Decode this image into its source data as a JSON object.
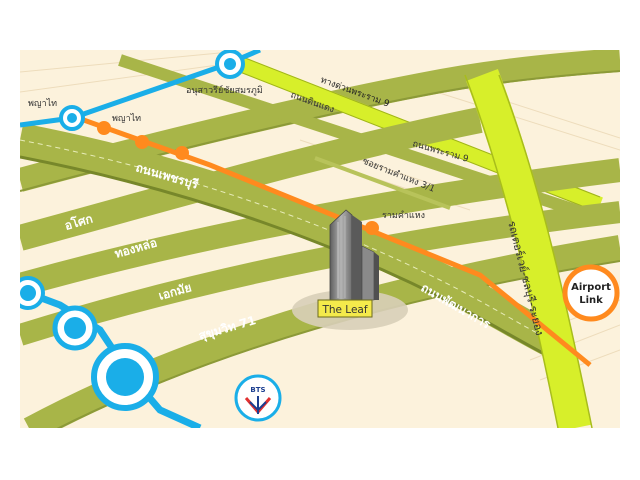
{
  "map": {
    "building": {
      "name": "The Leaf"
    },
    "main_roads": {
      "phetchaburi": "ถนนเพชรบุรี",
      "phatthanakan": "ถนนพัฒนาการ",
      "asok": "อโศก",
      "thonglo": "ทองหล่อ",
      "ekkamai": "เอกมัย",
      "sukhumvit71": "สุขุมวิท 71",
      "motorway": "รถเตอร์เวย์-ชลบุรี-ระยอง",
      "expressway_r9": "ทางด่วนพระราม 9"
    },
    "side_labels": {
      "rama9_road": "ถนนพระราม 9",
      "din_daeng": "ถนนดินแดง",
      "soi_ramkhamhaeng": "ซอยรามคำแหง 3/1",
      "victory_monument": "อนุสาวรีย์ชัยสมรภูมิ",
      "phayathai_bts": "พญาไท",
      "phayathai_arl": "พญาไท",
      "ramkhamhaeng_station": "รามคำแหง"
    },
    "airport_link": {
      "line1": "Airport",
      "line2": "Link"
    },
    "bts_logo": {
      "text": "BTS"
    },
    "colors": {
      "background": "#fcf2dc",
      "road_green": "#a8b548",
      "road_green_dark": "#77872a",
      "highway_yellow": "#d7ef2a",
      "bts_blue": "#1aaee8",
      "airport_link_orange": "#ff8a1e"
    }
  }
}
